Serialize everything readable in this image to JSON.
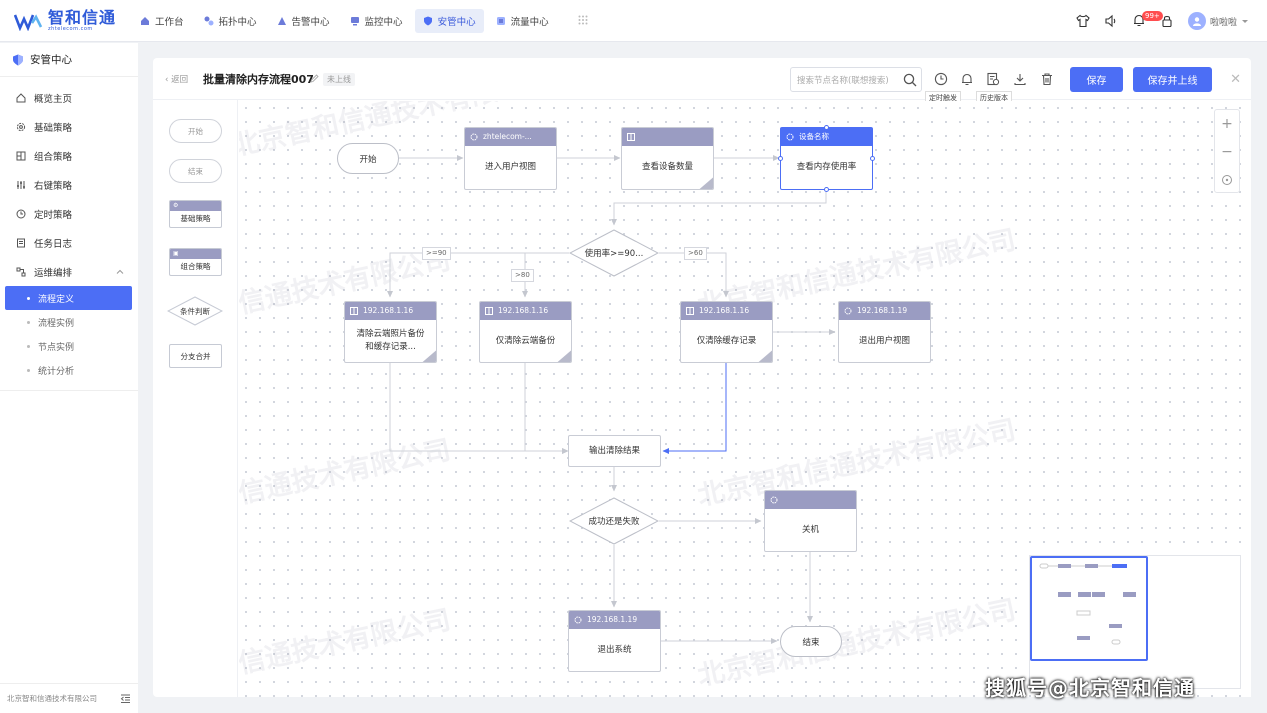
{
  "brand": {
    "name_cn": "智和信通",
    "name_en": "zhtelecom.com"
  },
  "nav": [
    {
      "label": "工作台",
      "icon": "home-icon"
    },
    {
      "label": "拓扑中心",
      "icon": "topology-icon"
    },
    {
      "label": "告警中心",
      "icon": "alarm-icon"
    },
    {
      "label": "监控中心",
      "icon": "monitor-icon"
    },
    {
      "label": "安管中心",
      "icon": "shield-icon",
      "active": true
    },
    {
      "label": "流量中心",
      "icon": "flow-icon"
    }
  ],
  "topbar": {
    "notification_count": "99+",
    "username": "啦啦啦"
  },
  "sidebar": {
    "title": "安管中心",
    "items": [
      {
        "label": "概览主页",
        "icon": "home-icon"
      },
      {
        "label": "基础策略",
        "icon": "gear-icon"
      },
      {
        "label": "组合策略",
        "icon": "combo-icon"
      },
      {
        "label": "右键策略",
        "icon": "sliders-icon"
      },
      {
        "label": "定时策略",
        "icon": "clock-icon"
      },
      {
        "label": "任务日志",
        "icon": "log-icon"
      },
      {
        "label": "运维编排",
        "icon": "orchestration-icon"
      }
    ],
    "subitems": [
      {
        "label": "流程定义",
        "active": true
      },
      {
        "label": "流程实例"
      },
      {
        "label": "节点实例"
      },
      {
        "label": "统计分析"
      }
    ],
    "footer": "北京智和信通技术有限公司"
  },
  "editor": {
    "back_label": "返回",
    "title": "批量清除内存流程007",
    "status": "未上线",
    "search_placeholder": "搜索节点名称(联想搜索)",
    "tooltip_timer": "定时触发",
    "tooltip_history": "历史版本",
    "save_label": "保存",
    "save_online_label": "保存并上线"
  },
  "palette": {
    "start": "开始",
    "end": "结束",
    "basic": "基础策略",
    "combo": "组合策略",
    "condition": "条件判断",
    "merge": "分支合并"
  },
  "flow": {
    "start": "开始",
    "end": "结束",
    "n1": {
      "header": "zhtelecom-...",
      "body": "进入用户视图"
    },
    "n2": {
      "header": "",
      "body": "查看设备数量"
    },
    "n3": {
      "header": "设备名称",
      "body": "查看内存使用率"
    },
    "d1": "使用率>=90...",
    "e1": ">=90",
    "e2": ">80",
    "e3": ">60",
    "n4": {
      "header": "192.168.1.16",
      "body": "清除云端照片备份和缓存记录..."
    },
    "n5": {
      "header": "192.168.1.16",
      "body": "仅清除云端备份"
    },
    "n6": {
      "header": "192.168.1.16",
      "body": "仅清除缓存记录"
    },
    "n7": {
      "header": "192.168.1.19",
      "body": "退出用户视图"
    },
    "n8": "输出清除结果",
    "d2": "成功还是失败",
    "n9": {
      "header": "",
      "body": "关机"
    },
    "n10": {
      "header": "192.168.1.19",
      "body": "退出系统"
    }
  },
  "watermark": "北京智和信通技术有限公司",
  "credit": "搜狐号@北京智和信通",
  "colors": {
    "accent": "#4c6ef5",
    "node_header": "#9a9cc2"
  }
}
